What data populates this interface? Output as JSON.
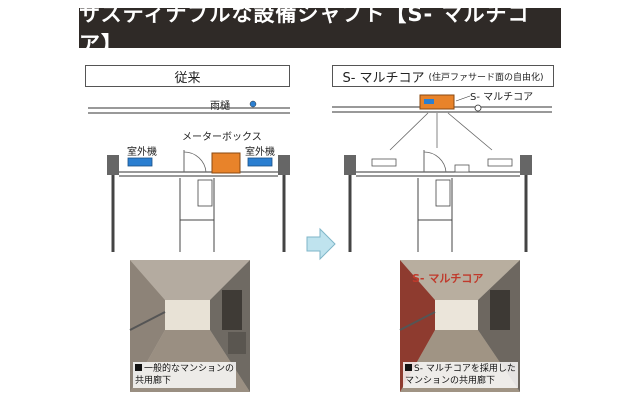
{
  "title": "サスティナブルな設備シャフト【S- マルチコア】",
  "left_panel": {
    "header": "従来",
    "labels": {
      "rain_gutter": "雨樋",
      "meter_box": "メーターボックス",
      "ac_unit_left": "室外機",
      "ac_unit_right": "室外機"
    },
    "photo_caption_line1": "一般的なマンションの",
    "photo_caption_line2": "共用廊下"
  },
  "right_panel": {
    "header": "S- マルチコア",
    "header_sub": "(住戸ファサード面の自由化)",
    "labels": {
      "multicore": "S- マルチコア"
    },
    "photo_tag": "S- マルチコア",
    "photo_caption_line1": "S- マルチコアを採用した",
    "photo_caption_line2": "マンションの共用廊下"
  },
  "colors": {
    "title_bg": "#2f2a27",
    "orange_box": "#e8832a",
    "blue_unit": "#2b7fd1",
    "wall_gray": "#555555",
    "arrow": "#bfe3ee"
  }
}
